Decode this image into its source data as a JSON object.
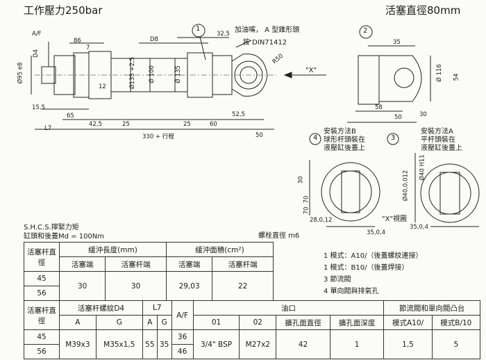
{
  "header": {
    "left": "工作壓力250bar",
    "right": "活塞直徑80mm"
  },
  "side_view": {
    "callout": "1",
    "oil_note_line1": "加油嘴， A 型錐形頭",
    "oil_note_line2": "按 DIN71412",
    "dims": {
      "af": "A/F",
      "d4": "D4",
      "d8": "D8",
      "n86": "86",
      "n7": "7",
      "n325": "32,5",
      "r50": "R50",
      "n12": "12",
      "n65": "65",
      "n155": "15,5",
      "l7": "L7",
      "n425": "42,5",
      "n25a": "25",
      "n25b": "25",
      "n60": "60",
      "n525": "52,5",
      "n50": "50",
      "n330": "330 + 行程",
      "d95": "Ø95 e8",
      "d135a": "Ø135 +2,5",
      "d100": "Ø 100",
      "d135b": "Ø 135",
      "x_arrow": "\"X\""
    }
  },
  "end_view": {
    "callout": "2",
    "dims": {
      "n35": "35",
      "d116": "Ø 116",
      "n54": "54",
      "n58": "58",
      "n50": "50",
      "n30": "30"
    }
  },
  "mount_b": {
    "callout": "4",
    "line1": "安裝方法B",
    "line2": "球形杆頭裝在",
    "line3": "液壓缸後蓋上"
  },
  "mount_a": {
    "callout": "3",
    "line1": "安裝方法A",
    "line2": "平杆頭裝在",
    "line3": "液壓缸後蓋上"
  },
  "flange_view": {
    "dims": {
      "n300": "30",
      "n70a": "70",
      "n70b": "70",
      "d40": "Ø40 H11",
      "r280": "28,0,12",
      "r350": "35,0,4",
      "n350b": "35,0,4",
      "d400a": "Ø40,0,012",
      "bolt": "螺栓直徑 m6",
      "xview": "\"X\"視圖"
    }
  },
  "torque_note": {
    "line1": "S.H.C.S.擰緊力矩",
    "line2": "缸頭和後蓋Md = 100Nm"
  },
  "legend": [
    "1 模式：A10/（後蓋螺紋連接）",
    "1 模式：B10/（後蓋焊接）",
    "3 節流閥",
    "4 單向閥與排氣孔"
  ],
  "table1": {
    "h_rod": "活塞杆直徑",
    "h_len": "緩沖長度(mm)",
    "h_area": "緩沖面積(cm²)",
    "h_piston": "活塞端",
    "h_rodend": "活塞杆端",
    "rows": [
      [
        "45"
      ],
      [
        "56"
      ]
    ],
    "len_piston": "30",
    "len_rod": "30",
    "area_piston": "29,03",
    "area_rod": "22"
  },
  "table2": {
    "h_rod": "活塞杆直徑",
    "h_thread": "活塞杆螺紋D4",
    "h_l7": "L7",
    "h_af": "A/F",
    "h_oil": "油口",
    "h_valve": "節流閥和單向閥凸台",
    "h_a": "A",
    "h_g": "G",
    "h_a2": "A",
    "h_g2": "G",
    "h_01": "01",
    "h_02": "02",
    "h_diam": "擴孔面直徑",
    "h_depth": "擴孔面深度",
    "h_modea": "模式A10/",
    "h_modeb": "模式B/10",
    "rod": [
      "45",
      "56"
    ],
    "thread_a": "M39x3",
    "thread_g": "M35x1,5",
    "l7_a": "55",
    "l7_g": "35",
    "af": [
      "36",
      "46"
    ],
    "p01": "3/4\" BSP",
    "p02": "M27x2",
    "diam": "42",
    "depth": "1",
    "modea": "1,5",
    "modeb": "5"
  }
}
